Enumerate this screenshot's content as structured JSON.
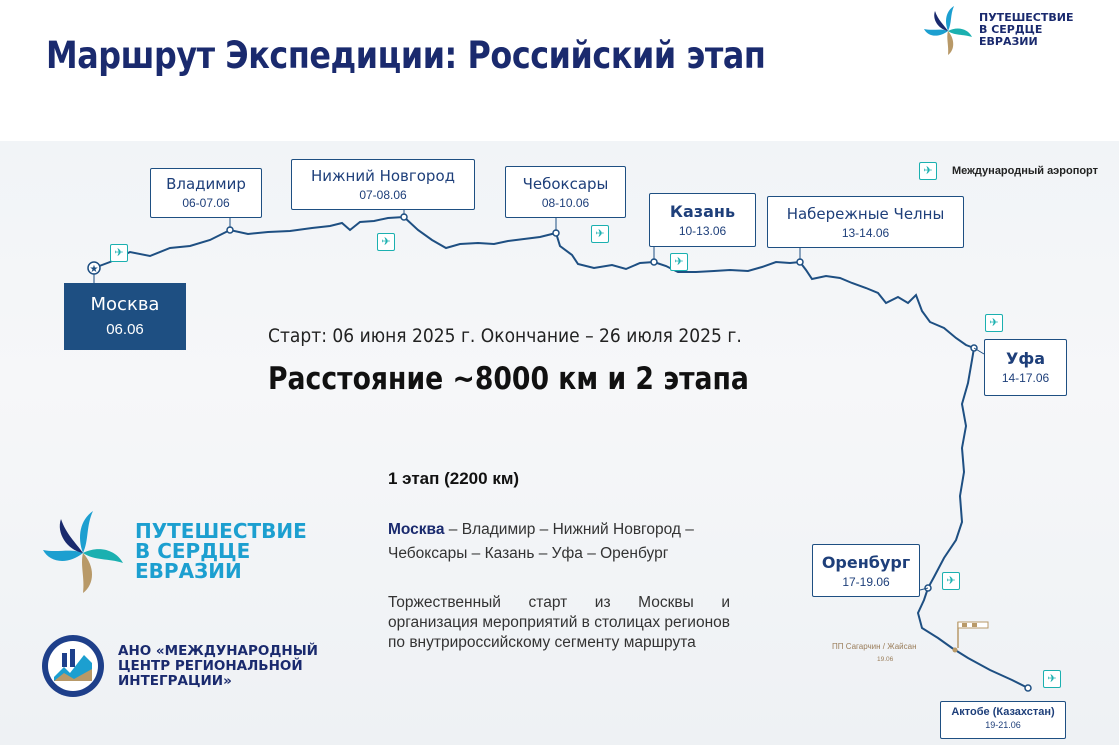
{
  "title": "Маршрут Экспедиции: Российский этап",
  "brand": {
    "line1": "ПУТЕШЕСТВИЕ",
    "line2": "В СЕРДЦЕ",
    "line3": "ЕВРАЗИИ"
  },
  "legend": {
    "airport_label": "Международный аэропорт"
  },
  "cities": {
    "moscow": {
      "name": "Москва",
      "date": "06.06"
    },
    "vladimir": {
      "name": "Владимир",
      "date": "06-07.06"
    },
    "nizhny": {
      "name": "Нижний Новгород",
      "date": "07-08.06"
    },
    "cheboksary": {
      "name": "Чебоксары",
      "date": "08-10.06"
    },
    "kazan": {
      "name": "Казань",
      "date": "10-13.06"
    },
    "chelny": {
      "name": "Набережные Челны",
      "date": "13-14.06"
    },
    "ufa": {
      "name": "Уфа",
      "date": "14-17.06"
    },
    "orenburg": {
      "name": "Оренбург",
      "date": "17-19.06"
    },
    "aktobe": {
      "name": "Актобе (Казахстан)",
      "date": "19-21.06"
    }
  },
  "border_point": {
    "name": "ПП Сагарчин / Жайсан",
    "date": "19.06"
  },
  "start_text": "Старт: 06 июня 2025 г.  Окончание – 26 июля 2025 г.",
  "distance_text": "Расстояние ~8000 км и 2 этапа",
  "stage": {
    "heading": "1 этап (2200 км)",
    "route_start": "Москва",
    "route_rest": " – Владимир – Нижний Новгород – Чебоксары – Казань – Уфа – Оренбург",
    "description": "Торжественный старт из Москвы и организация мероприятий в столицах регионов по внутрироссийскому сегменту маршрута"
  },
  "ano": {
    "line1": "АНО «МЕЖДУНАРОДНЫЙ",
    "line2": "ЦЕНТР РЕГИОНАЛЬНОЙ",
    "line3": "ИНТЕГРАЦИИ»"
  },
  "colors": {
    "navy": "#1a2a6e",
    "route": "#1e4f82",
    "teal": "#1bb0b0",
    "brand_blue": "#1c9fd0",
    "gold": "#b89968"
  }
}
